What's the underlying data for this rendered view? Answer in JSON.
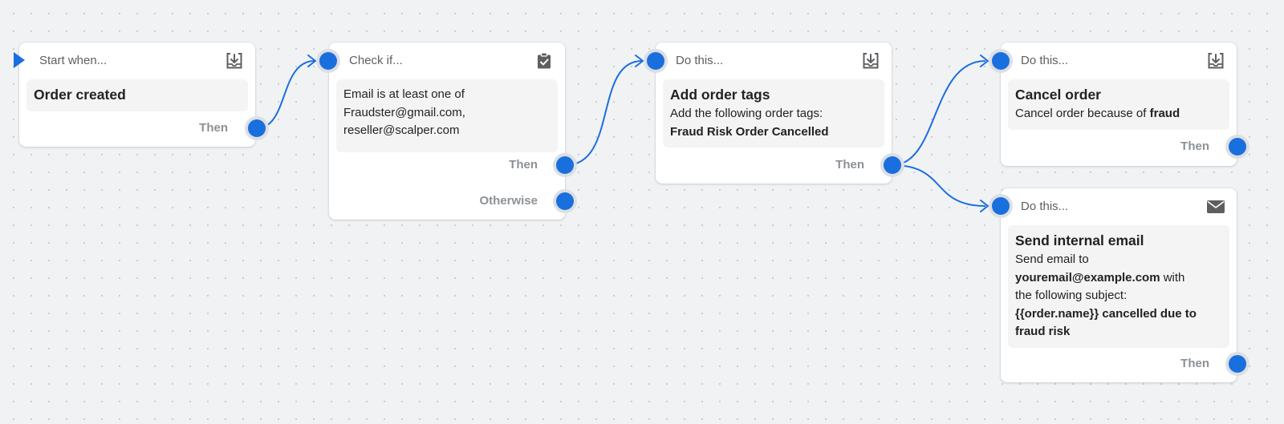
{
  "colors": {
    "accent": "#1a6fde",
    "connector": "#1a6fde",
    "canvas": "#f1f2f4"
  },
  "nodes": {
    "trigger": {
      "header": "Start when...",
      "icon": "download-icon",
      "title": "Order created",
      "output": "Then"
    },
    "condition": {
      "header": "Check if...",
      "icon": "clipboard-check-icon",
      "text": "Email is at least one of Fraudster@gmail.com, reseller@scalper.com",
      "outputs": {
        "then": "Then",
        "otherwise": "Otherwise"
      }
    },
    "action_tags": {
      "header": "Do this...",
      "icon": "download-icon",
      "title": "Add order tags",
      "text": "Add the following order tags:",
      "tags": "Fraud Risk Order Cancelled",
      "output": "Then"
    },
    "action_cancel": {
      "header": "Do this...",
      "icon": "download-icon",
      "title": "Cancel order",
      "text_prefix": "Cancel order because of",
      "reason": "fraud",
      "output": "Then"
    },
    "action_email": {
      "header": "Do this...",
      "icon": "mail-icon",
      "title": "Send internal email",
      "line1": "Send email to",
      "email": "youremail@example.com",
      "with": "with",
      "line3": "the following subject:",
      "subject": "{{order.name}} cancelled due to fraud risk",
      "output": "Then"
    }
  }
}
